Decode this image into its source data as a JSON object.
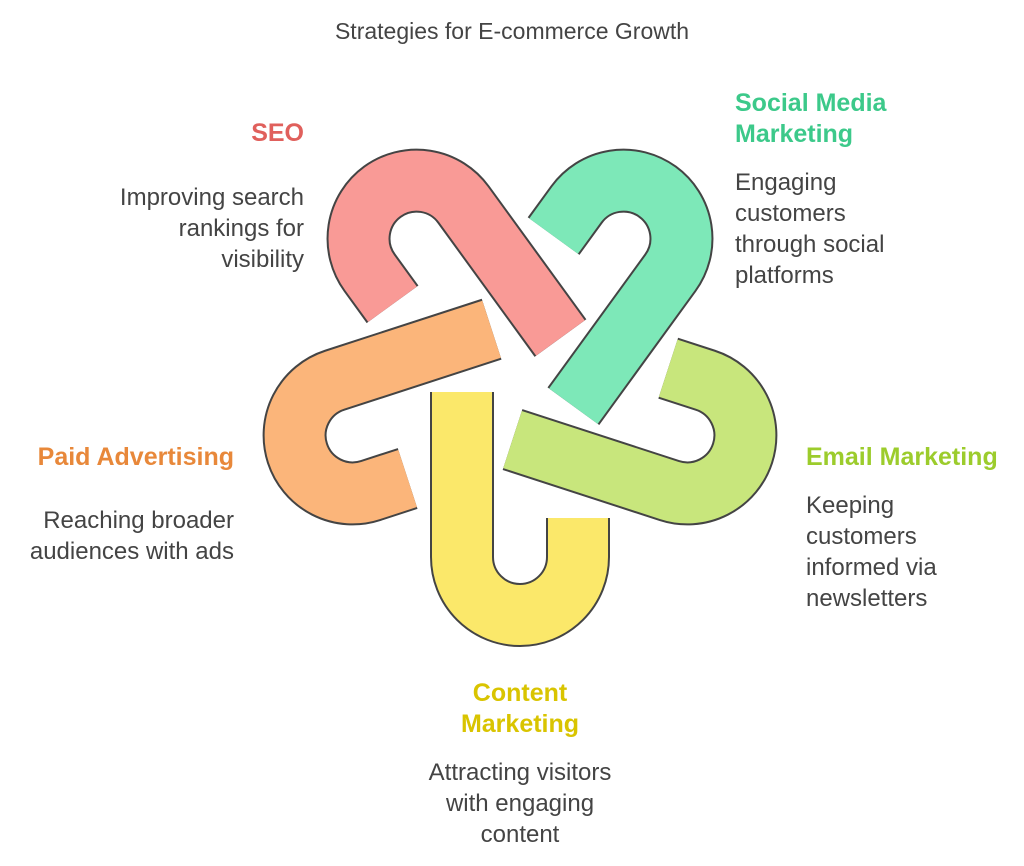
{
  "title": "Strategies for E-commerce Growth",
  "items": [
    {
      "heading": "SEO",
      "description": "Improving search rankings for visibility",
      "color": "#f99a96",
      "text_color": "#e0605c"
    },
    {
      "heading": "Social Media Marketing",
      "description": "Engaging customers through social platforms",
      "color": "#7de8b8",
      "text_color": "#3cc98a"
    },
    {
      "heading": "Email Marketing",
      "description": "Keeping customers informed via newsletters",
      "color": "#c8e67c",
      "text_color": "#9ccc2c"
    },
    {
      "heading": "Content Marketing",
      "description": "Attracting visitors with engaging content",
      "color": "#fbe86a",
      "text_color": "#d9c400"
    },
    {
      "heading": "Paid Advertising",
      "description": "Reaching broader audiences with ads",
      "color": "#fbb57a",
      "text_color": "#e8883a"
    }
  ]
}
